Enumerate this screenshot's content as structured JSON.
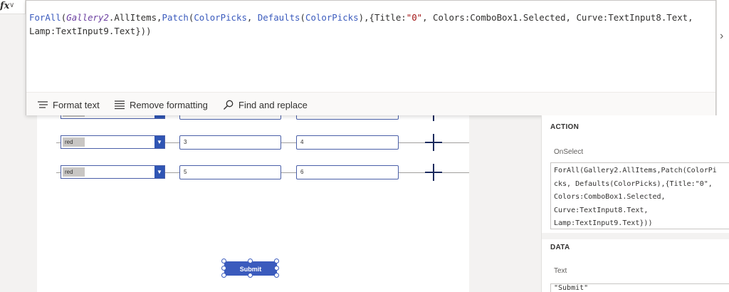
{
  "formula_bar": {
    "fx_label": "fx",
    "formula_text": "ForAll(Gallery2.AllItems,Patch(ColorPicks, Defaults(ColorPicks),{Title:\"0\", Colors:ComboBox1.Selected, Curve:TextInput8.Text, Lamp:TextInput9.Text}))",
    "toolbar": {
      "format_text": "Format text",
      "remove_formatting": "Remove formatting",
      "find_replace": "Find and replace"
    }
  },
  "gallery": {
    "rows": [
      {
        "color": "red",
        "curve": "",
        "lamp": ""
      },
      {
        "color": "red",
        "curve": "3",
        "lamp": "4"
      },
      {
        "color": "red",
        "curve": "5",
        "lamp": "6"
      }
    ]
  },
  "submit_button": {
    "label": "Submit"
  },
  "properties": {
    "action_title": "ACTION",
    "onselect_label": "OnSelect",
    "onselect_lines": [
      "ForAll(Gallery2.AllItems,Patch(ColorPi",
      "cks, Defaults(ColorPicks),{Title:\"0\",",
      "Colors:ComboBox1.Selected,",
      "Curve:TextInput8.Text,",
      "Lamp:TextInput9.Text}))"
    ],
    "data_title": "DATA",
    "text_label": "Text",
    "text_value": "\"Submit\""
  },
  "colors": {
    "accent": "#3b5bbd",
    "function": "#3b5bbd",
    "gallery_ref": "#6b3fa0",
    "string": "#a31515"
  }
}
